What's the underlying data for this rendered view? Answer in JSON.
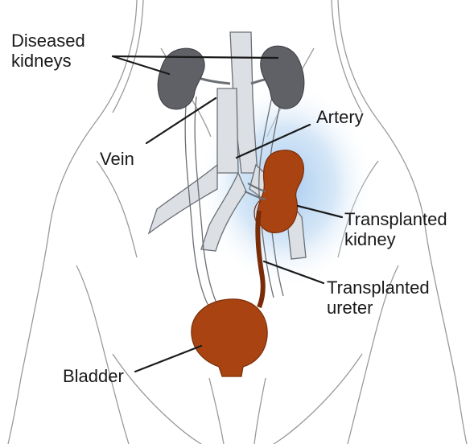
{
  "colors": {
    "background": "#ffffff",
    "body_outline": "#9a9a9a",
    "vessel_fill": "#dcdfe3",
    "vessel_outline": "#6b6f75",
    "diseased_kidney": "#5f6166",
    "transplant_organ": "#a94412",
    "transplant_organ_dark": "#7a2c08",
    "highlight_glow": "#9fc7ee",
    "leader_line": "#1a1a1a"
  },
  "labels": {
    "diseased_kidneys": [
      "Diseased",
      "kidneys"
    ],
    "vein": "Vein",
    "artery": "Artery",
    "transplanted_kidney": [
      "Transplanted",
      "kidney"
    ],
    "transplanted_ureter": [
      "Transplanted",
      "ureter"
    ],
    "bladder": "Bladder"
  },
  "icons": {
    "diseased_kidneys": "diseased-kidney-icon",
    "transplanted_kidney": "transplanted-kidney-icon",
    "bladder": "bladder-icon"
  }
}
